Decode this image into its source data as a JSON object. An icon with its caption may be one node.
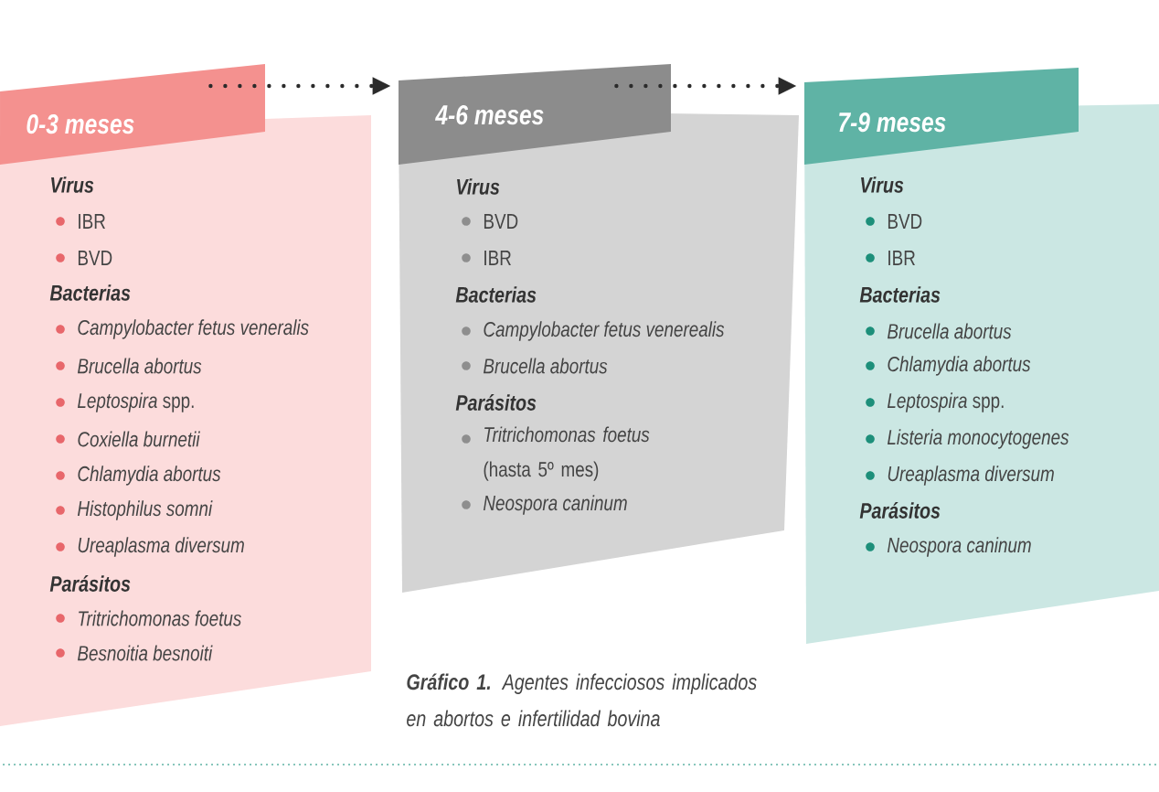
{
  "diagram": {
    "caption": "**Gráfico 1.** Agentes infecciosos implicados en abortos e infertilidad bovina",
    "nodes": [
      {
        "text": [
          "0-3 meses"
        ]
      },
      {
        "text": [
          "Virus",
          "IBR",
          "BVD",
          "Bacterias",
          "Campylobacter fetus veneralis",
          "Brucella abortus",
          "*Leptospira* spp.",
          "Coxiella burnetii",
          "Chlamydia abortus",
          "Histophilus somni",
          "Ureaplasma diversum",
          "Parásitos",
          "Tritrichomonas foetus",
          "Besnoitia besnoiti"
        ]
      },
      {
        "text": [
          "4-6 meses"
        ]
      },
      {
        "text": [
          "Virus",
          "BVD",
          "IBR",
          "Bacterias",
          "Campylobacter fetus venerealis",
          "Brucella abortus",
          "Parásitos",
          "*Tritrichomonas foetus* (hasta 5º mes)",
          "Neospora caninum"
        ]
      },
      {
        "text": [
          "7-9 meses"
        ]
      },
      {
        "text": [
          "Virus",
          "BVD",
          "IBR",
          "Bacterias",
          "Brucella abortus",
          "Chlamydia abortus",
          "*Leptospira* spp.",
          "Listeria monocytogenes",
          "Ureaplasma diversum",
          "Parásitos",
          "Neospora caninum"
        ]
      }
    ],
    "edges": [
      {
        "from": 0,
        "to": 2,
        "arrow": "to",
        "style": "dashed"
      },
      {
        "from": 2,
        "to": 4,
        "arrow": "to",
        "style": "dashed"
      }
    ]
  }
}
